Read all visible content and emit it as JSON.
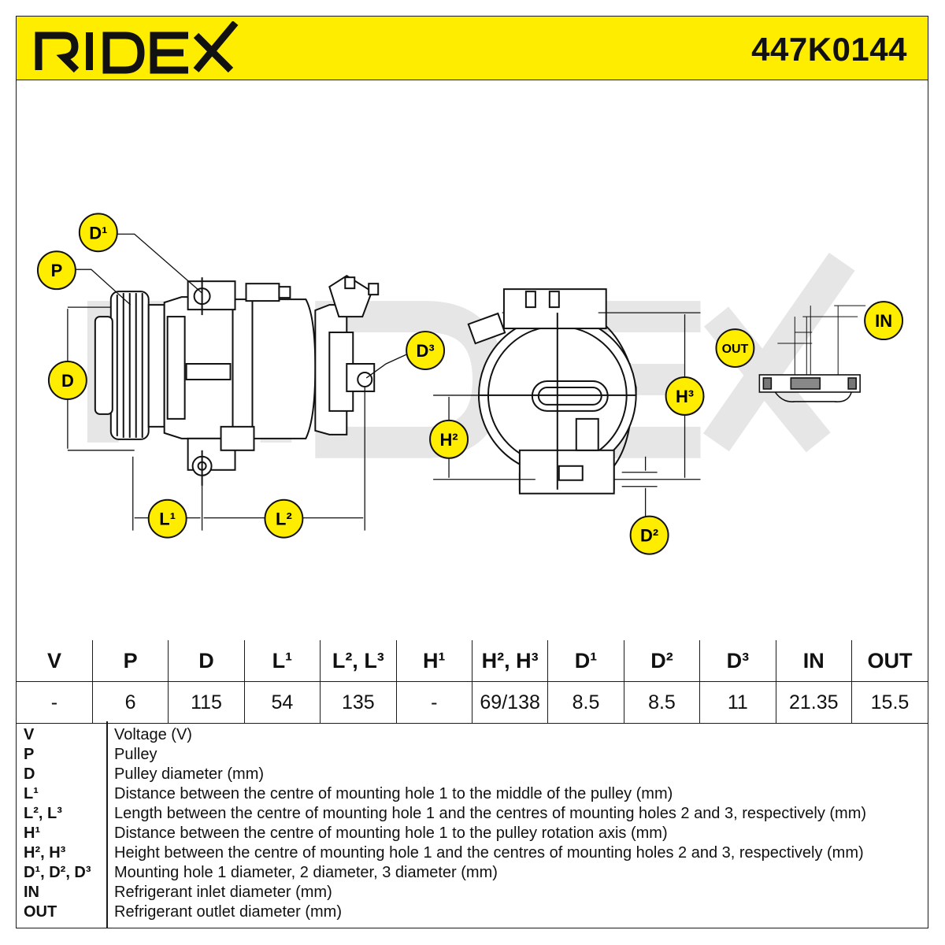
{
  "header": {
    "brand": "RIDEX",
    "part_number": "447K0144"
  },
  "callouts": {
    "D1": "D¹",
    "P": "P",
    "D": "D",
    "D3": "D³",
    "L1": "L¹",
    "L2": "L²",
    "H2": "H²",
    "H3": "H³",
    "D2": "D²",
    "IN": "IN",
    "OUT": "OUT"
  },
  "table": {
    "headers": [
      "V",
      "P",
      "D",
      "L¹",
      "L², L³",
      "H¹",
      "H², H³",
      "D¹",
      "D²",
      "D³",
      "IN",
      "OUT"
    ],
    "values": [
      "-",
      "6",
      "115",
      "54",
      "135",
      "-",
      "69/138",
      "8.5",
      "8.5",
      "11",
      "21.35",
      "15.5"
    ]
  },
  "legend": [
    {
      "key": "V",
      "text": "Voltage (V)"
    },
    {
      "key": "P",
      "text": "Pulley"
    },
    {
      "key": "D",
      "text": "Pulley diameter (mm)"
    },
    {
      "key": "L¹",
      "text": "Distance between the centre of mounting hole 1 to the middle of the pulley (mm)"
    },
    {
      "key": "L², L³",
      "text": "Length between the centre of mounting hole 1 and the centres of mounting holes 2 and 3, respectively (mm)"
    },
    {
      "key": "H¹",
      "text": "Distance between the centre of mounting hole 1 to the pulley rotation axis (mm)"
    },
    {
      "key": "H², H³",
      "text": "Height between the centre of mounting hole 1 and the centres of mounting holes 2 and 3, respectively (mm)"
    },
    {
      "key": "D¹, D², D³",
      "text": "Mounting hole 1 diameter, 2 diameter, 3 diameter (mm)"
    },
    {
      "key": "IN",
      "text": "Refrigerant inlet diameter (mm)"
    },
    {
      "key": "OUT",
      "text": "Refrigerant outlet diameter (mm)"
    }
  ],
  "colors": {
    "header_yellow": "#ffed00",
    "callout_yellow": "#ffed00",
    "line": "#1a1a1a",
    "watermark": "#e6e6e6"
  }
}
